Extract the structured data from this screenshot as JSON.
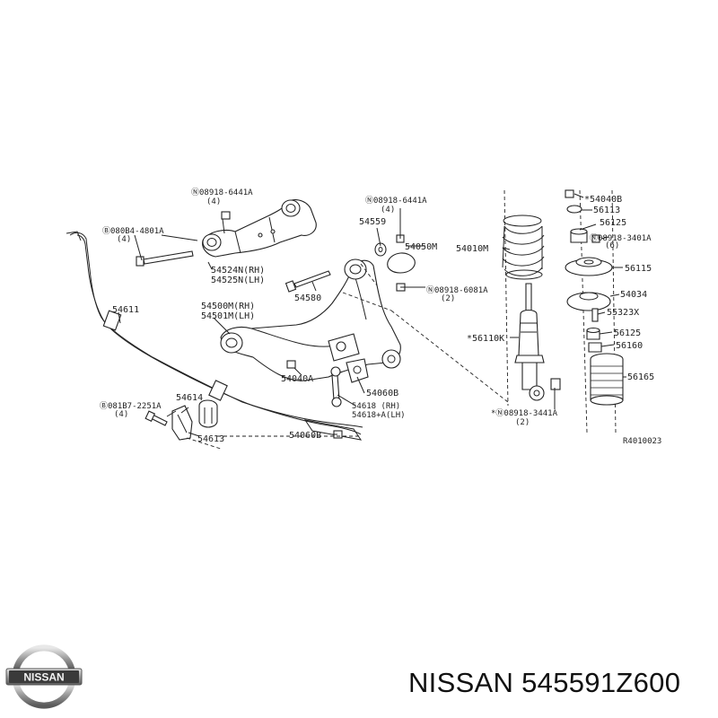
{
  "diagram": {
    "ref_code": "R4010023",
    "labels": {
      "n08918_6441a_top": "Ⓝ08918-6441A",
      "qty4_top": "(4)",
      "b08084_4801a": "Ⓑ080B4-4801A",
      "qty4_b": "(4)",
      "p54524": "54524N(RH)",
      "p54525": "54525N(LH)",
      "p54611": "54611",
      "p54500": "54500M(RH)",
      "p54501": "54501M(LH)",
      "n08918_6441a_mid": "Ⓝ08918-6441A",
      "qty4_mid": "(4)",
      "p54559": "54559",
      "p54050m": "54050M",
      "p54580": "54580",
      "n08918_6081a": "Ⓝ08918-6081A",
      "qty2_6081": "(2)",
      "p54040a": "54040A",
      "p54060b_right": "54060B",
      "p54618": "54618   (RH)",
      "p54618a": "54618+A(LH)",
      "p54614": "54614",
      "b081b7_2251a": "Ⓑ081B7-2251A",
      "qty4_b7": "(4)",
      "p54613": "54613",
      "p54060b_bottom": "54060B",
      "p54010m": "54010M",
      "p56110k": "*56110K",
      "n08918_3441a": "*Ⓝ08918-3441A",
      "qty2_3441": "(2)",
      "p54040b": "*54040B",
      "p56113": "56113",
      "p56125_a": "56125",
      "n08918_3401a": "Ⓝ08918-3401A",
      "qty6": "(6)",
      "p56115": "56115",
      "p54034": "54034",
      "p55323x": "55323X",
      "p56125_b": "56125",
      "p56160": "56160",
      "p56165": "56165"
    }
  },
  "caption": {
    "brand_logo_text": "NISSAN",
    "text": "NISSAN 545591Z600"
  }
}
